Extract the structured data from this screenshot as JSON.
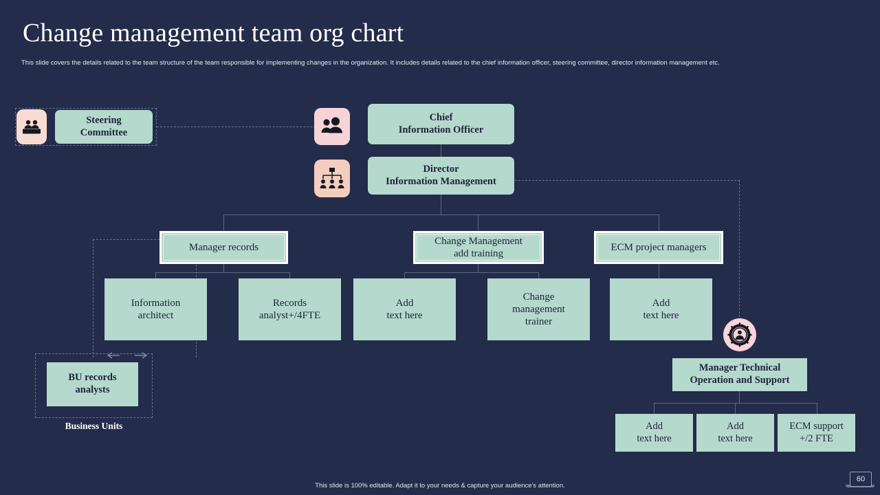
{
  "header": {
    "title": "Change management team org chart",
    "subtitle": "This slide covers the details related to the team structure of the team responsible for implementing  changes in the organization. It includes details related to the chief information officer, steering committee, director information management etc."
  },
  "colors": {
    "background": "#232c4a",
    "node_fill": "#b5d9cd",
    "icon_chip_pink": "#f6d4d2",
    "icon_chip_peach": "#f3cdbe",
    "connector": "#5d6782",
    "text_dark": "#1d2438",
    "text_light": "#ffffff"
  },
  "chart_data": {
    "type": "diagram",
    "diagram_kind": "org-chart",
    "nodes": [
      {
        "id": "steering",
        "label": "Steering\nCommittee",
        "icon": "committee-people-icon"
      },
      {
        "id": "cio",
        "label": "Chief\nInformation Officer",
        "icon": "two-people-icon"
      },
      {
        "id": "director",
        "label": "Director\nInformation Management",
        "icon": "org-hierarchy-icon"
      },
      {
        "id": "mgr_records",
        "label": "Manager records"
      },
      {
        "id": "cm_training",
        "label": "Change Management\nadd training"
      },
      {
        "id": "ecm_pm",
        "label": "ECM project managers"
      },
      {
        "id": "info_arch",
        "label": "Information\narchitect"
      },
      {
        "id": "rec_analyst",
        "label": "Records\nanalyst+/4FTE"
      },
      {
        "id": "add1",
        "label": "Add\ntext here"
      },
      {
        "id": "cm_trainer",
        "label": "Change\nmanagement\ntrainer"
      },
      {
        "id": "add2",
        "label": "Add\ntext here"
      },
      {
        "id": "mgr_tech",
        "label": "Manager Technical\nOperation and Support",
        "icon": "gear-person-icon"
      },
      {
        "id": "add3",
        "label": "Add\ntext here"
      },
      {
        "id": "add4",
        "label": "Add\ntext here"
      },
      {
        "id": "ecm_support",
        "label": "ECM support\n+/2 FTE"
      },
      {
        "id": "bu_records",
        "label": "BU records\nanalysts"
      }
    ],
    "groups": [
      {
        "id": "business_units",
        "label": "Business Units",
        "members": [
          "bu_records"
        ]
      }
    ],
    "edges": [
      {
        "from": "steering",
        "to": "cio",
        "style": "dashed"
      },
      {
        "from": "cio",
        "to": "director",
        "style": "solid"
      },
      {
        "from": "director",
        "to": "mgr_records",
        "style": "solid"
      },
      {
        "from": "director",
        "to": "cm_training",
        "style": "solid"
      },
      {
        "from": "director",
        "to": "ecm_pm",
        "style": "solid"
      },
      {
        "from": "mgr_records",
        "to": "info_arch",
        "style": "solid"
      },
      {
        "from": "mgr_records",
        "to": "rec_analyst",
        "style": "solid"
      },
      {
        "from": "cm_training",
        "to": "add1",
        "style": "solid"
      },
      {
        "from": "cm_training",
        "to": "cm_trainer",
        "style": "solid"
      },
      {
        "from": "ecm_pm",
        "to": "add2",
        "style": "solid"
      },
      {
        "from": "mgr_tech",
        "to": "add3",
        "style": "solid"
      },
      {
        "from": "mgr_tech",
        "to": "add4",
        "style": "solid"
      },
      {
        "from": "mgr_tech",
        "to": "ecm_support",
        "style": "solid"
      },
      {
        "from": "director",
        "to": "mgr_tech",
        "style": "dashed"
      },
      {
        "from": "mgr_records",
        "to": "bu_records",
        "style": "dashed"
      }
    ]
  },
  "nodes": {
    "steering": {
      "line1": "Steering",
      "line2": "Committee"
    },
    "cio": {
      "line1": "Chief",
      "line2": "Information Officer"
    },
    "director": {
      "line1": "Director",
      "line2": "Information Management"
    },
    "mgr_records": {
      "line1": "Manager records"
    },
    "cm_training": {
      "line1": "Change Management",
      "line2": "add training"
    },
    "ecm_pm": {
      "line1": "ECM project managers"
    },
    "info_arch": {
      "line1": "Information",
      "line2": "architect"
    },
    "rec_analyst": {
      "line1": "Records",
      "line2": "analyst+/4FTE"
    },
    "add1": {
      "line1": "Add",
      "line2": "text here"
    },
    "cm_trainer": {
      "line1": "Change",
      "line2": "management",
      "line3": "trainer"
    },
    "add2": {
      "line1": "Add",
      "line2": "text here"
    },
    "mgr_tech": {
      "line1": "Manager Technical",
      "line2": "Operation and Support"
    },
    "add3": {
      "line1": "Add",
      "line2": "text here"
    },
    "add4": {
      "line1": "Add",
      "line2": "text here"
    },
    "ecm_support": {
      "line1": "ECM support",
      "line2": "+/2 FTE"
    },
    "bu_records": {
      "line1": "BU records",
      "line2": "analysts"
    }
  },
  "groups": {
    "business_units": {
      "label": "Business Units"
    }
  },
  "footer": {
    "note": "This slide is 100% editable. Adapt it to your needs & capture your audience's attention.",
    "page": "60"
  }
}
